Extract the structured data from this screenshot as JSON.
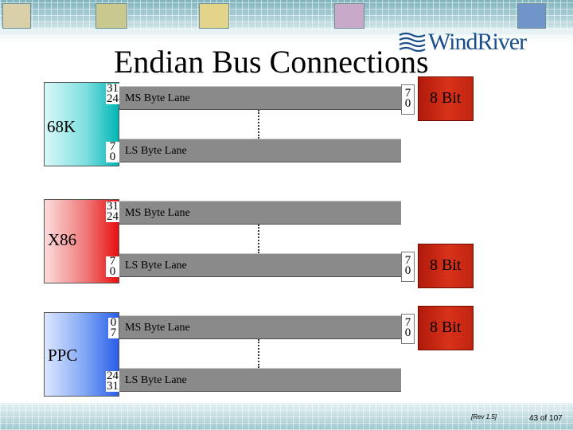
{
  "title": "Endian Bus Connections",
  "logo": {
    "text": "WindRiver"
  },
  "colors": {
    "lane": "#8a8a8a",
    "device": "#c82a12",
    "cpu_68k": "#00b5b5",
    "cpu_x86": "#e81010",
    "cpu_ppc": "#2a5ee8"
  },
  "cpus": [
    {
      "name": "68K",
      "ms_lane": {
        "label": "MS Byte Lane",
        "bits": [
          "31",
          "24"
        ]
      },
      "ls_lane": {
        "label": "LS Byte Lane",
        "bits": [
          "7",
          "0"
        ]
      }
    },
    {
      "name": "X86",
      "ms_lane": {
        "label": "MS Byte Lane",
        "bits": [
          "31",
          "24"
        ]
      },
      "ls_lane": {
        "label": "LS Byte Lane",
        "bits": [
          "7",
          "0"
        ]
      }
    },
    {
      "name": "PPC",
      "ms_lane": {
        "label": "MS Byte Lane",
        "bits": [
          "0",
          "7"
        ]
      },
      "ls_lane": {
        "label": "LS Byte Lane",
        "bits": [
          "24",
          "31"
        ]
      }
    }
  ],
  "devices": [
    {
      "label": "8 Bit",
      "bits": [
        "7",
        "0"
      ],
      "attached_to": "68K MS Byte Lane"
    },
    {
      "label": "8 Bit",
      "bits": [
        "7",
        "0"
      ],
      "attached_to": "X86 LS Byte Lane"
    },
    {
      "label": "8 Bit",
      "bits": [
        "7",
        "0"
      ],
      "attached_to": "PPC MS Byte Lane"
    }
  ],
  "footer": {
    "revision": "[Rev 1.5]",
    "page": "43 of 107"
  }
}
